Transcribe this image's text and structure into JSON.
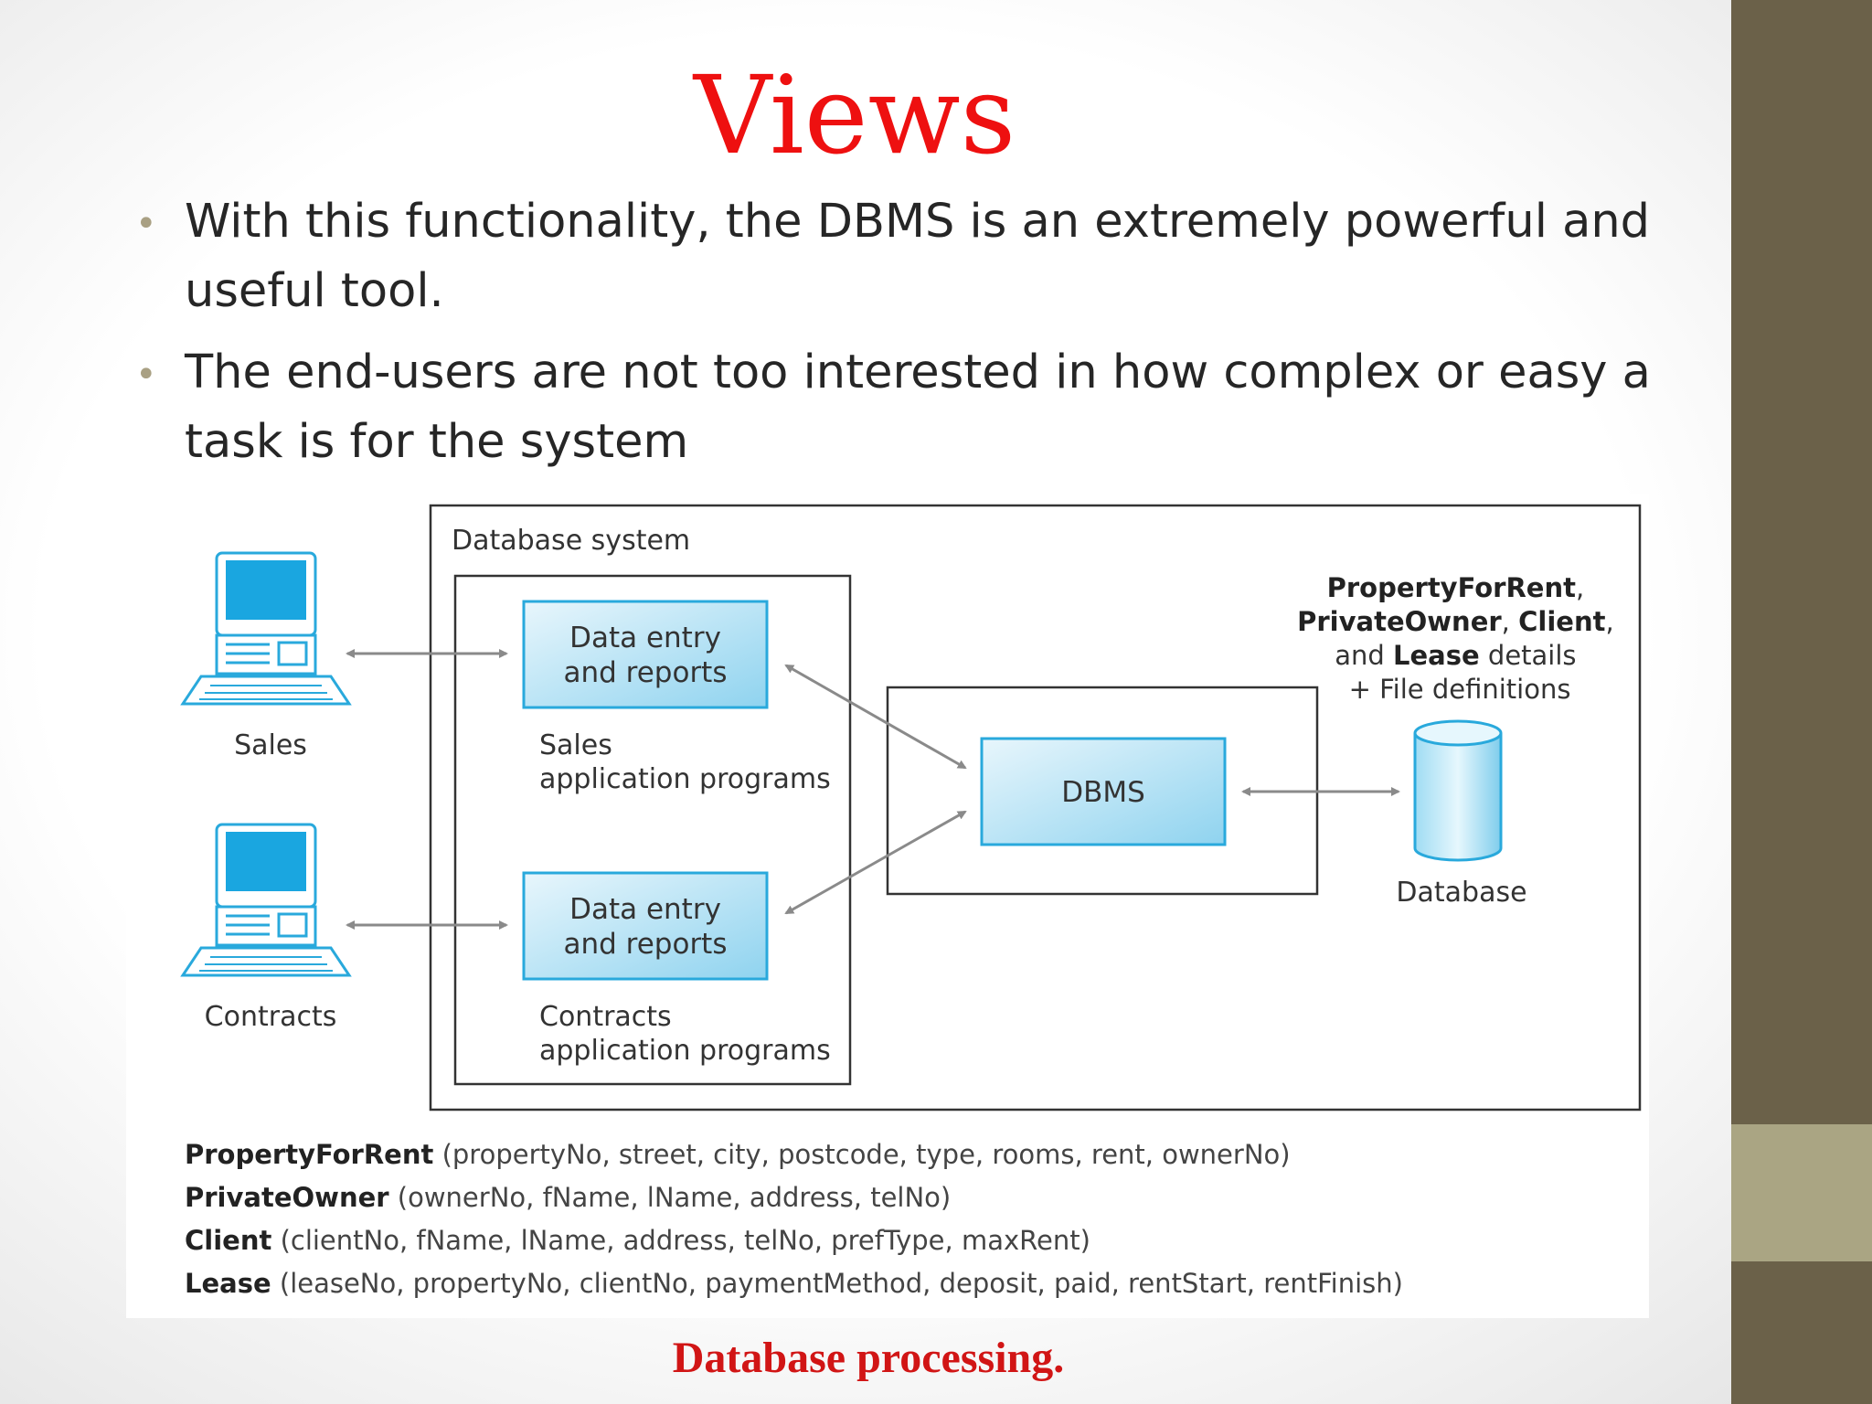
{
  "title": "Views",
  "bullets": [
    "With this functionality, the DBMS is an extremely powerful and useful tool.",
    "The end-users are not too interested in how complex or easy a task is for the system"
  ],
  "diagram": {
    "system_label": "Database system",
    "users": [
      {
        "label": "Sales"
      },
      {
        "label": "Contracts"
      }
    ],
    "programs": [
      {
        "box_line1": "Data entry",
        "box_line2": "and reports",
        "label_line1": "Sales",
        "label_line2": "application programs"
      },
      {
        "box_line1": "Data entry",
        "box_line2": "and reports",
        "label_line1": "Contracts",
        "label_line2": "application programs"
      }
    ],
    "dbms_label": "DBMS",
    "database_label": "Database",
    "details": {
      "bold1": "PropertyForRent",
      "sep1": ",",
      "bold2": "PrivateOwner",
      "sep2": ",",
      "bold3": "Client",
      "sep3": ",",
      "and": "and",
      "bold4": "Lease",
      "details_word": "details",
      "line4": "+ File definitions"
    },
    "relations": [
      {
        "name": "PropertyForRent",
        "attrs": "(propertyNo, street, city, postcode, type, rooms, rent, ownerNo)"
      },
      {
        "name": "PrivateOwner",
        "attrs": "(ownerNo, fName, lName, address, telNo)"
      },
      {
        "name": "Client",
        "attrs": "(clientNo, fName, lName, address, telNo, prefType, maxRent)"
      },
      {
        "name": "Lease",
        "attrs": "(leaseNo, propertyNo, clientNo, paymentMethod, deposit, paid, rentStart, rentFinish)"
      }
    ]
  },
  "caption": "Database processing.",
  "colors": {
    "title": "#ee1010",
    "caption": "#d11515",
    "sidebar": "#6b6149",
    "sidebar_accent": "#aaa583",
    "box_fill": "#bfe6f5",
    "box_stroke": "#29a9dc"
  }
}
